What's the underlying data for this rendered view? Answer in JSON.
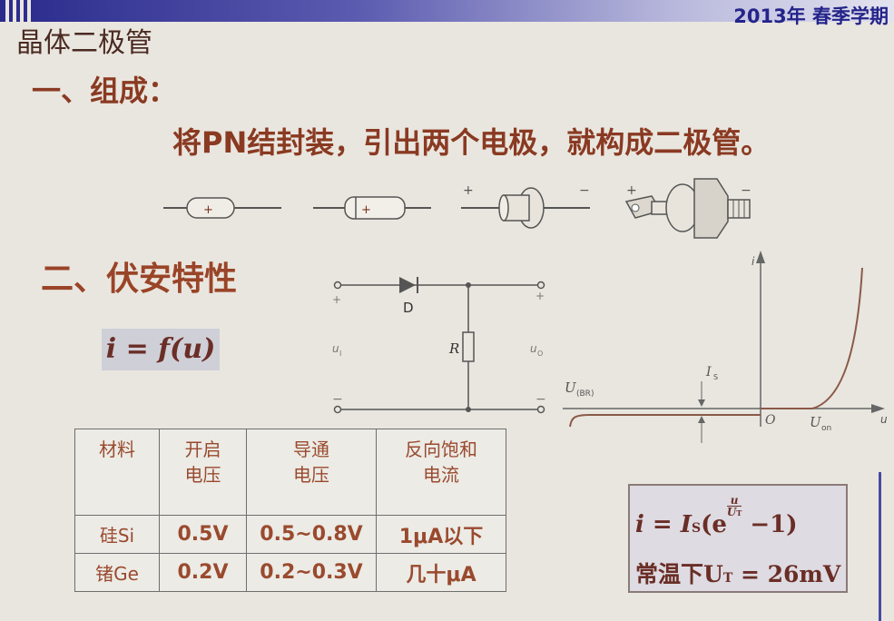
{
  "header": {
    "year_label": "2013年  春季学期"
  },
  "slide": {
    "title": "晶体二极管",
    "section1_heading": "一、组成：",
    "section1_text": "将PN结封装，引出两个电极，就构成二极管。",
    "section2_heading": "二、伏安特性",
    "formula_iu": "i = f(u)"
  },
  "components": {
    "plus": "+",
    "minus": "−"
  },
  "circuit": {
    "diode_label": "D",
    "resistor_label": "R",
    "input_plus": "+",
    "input_minus": "−",
    "input_label": "u",
    "input_sub": "I",
    "output_plus": "+",
    "output_minus": "−",
    "output_label": "u",
    "output_sub": "O"
  },
  "iv_curve": {
    "y_axis": "i",
    "x_axis": "u",
    "origin": "O",
    "u_on": "U",
    "u_on_sub": "on",
    "u_br": "U",
    "u_br_sub": "(BR)",
    "is": "I",
    "is_sub": "S"
  },
  "table": {
    "headers": [
      "材料",
      "开启\n电压",
      "导通\n电压",
      "反向饱和\n电流"
    ],
    "rows": [
      [
        "硅Si",
        "0.5V",
        "0.5~0.8V",
        "1μA以下"
      ],
      [
        "锗Ge",
        "0.2V",
        "0.2~0.3V",
        "几十μA"
      ]
    ]
  },
  "formula_box": {
    "line1_main": "i = I",
    "line1_sub": "S",
    "line1_exp_top": "u",
    "line1_exp_bottom": "U",
    "line1_exp_bottom_sub": "T",
    "line1_tail": "(e   − 1)",
    "line2": "常温下U",
    "line2_sub": "T",
    "line2_tail": " = 26mV"
  },
  "colors": {
    "accent_blue": "#24248a",
    "text_red_brown": "#8a3a22",
    "curve": "#8a5a48"
  }
}
